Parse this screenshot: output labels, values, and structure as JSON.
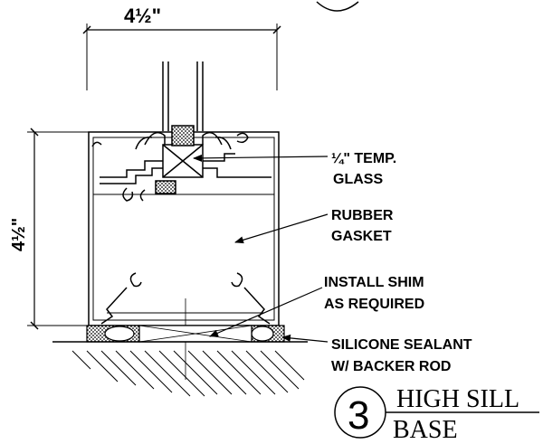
{
  "dimensions": {
    "width_label": "4½\"",
    "height_label": "4½\""
  },
  "callouts": {
    "glass_line1": "¼\" TEMP.",
    "glass_line2": "GLASS",
    "gasket_line1": "RUBBER",
    "gasket_line2": "GASKET",
    "shim_line1": "INSTALL SHIM",
    "shim_line2": "AS REQUIRED",
    "sealant_line1": "SILICONE SEALANT",
    "sealant_line2": "W/ BACKER ROD"
  },
  "detail_tag": {
    "number": "3",
    "title_line1": "HIGH SILL",
    "title_line2": "BASE"
  }
}
